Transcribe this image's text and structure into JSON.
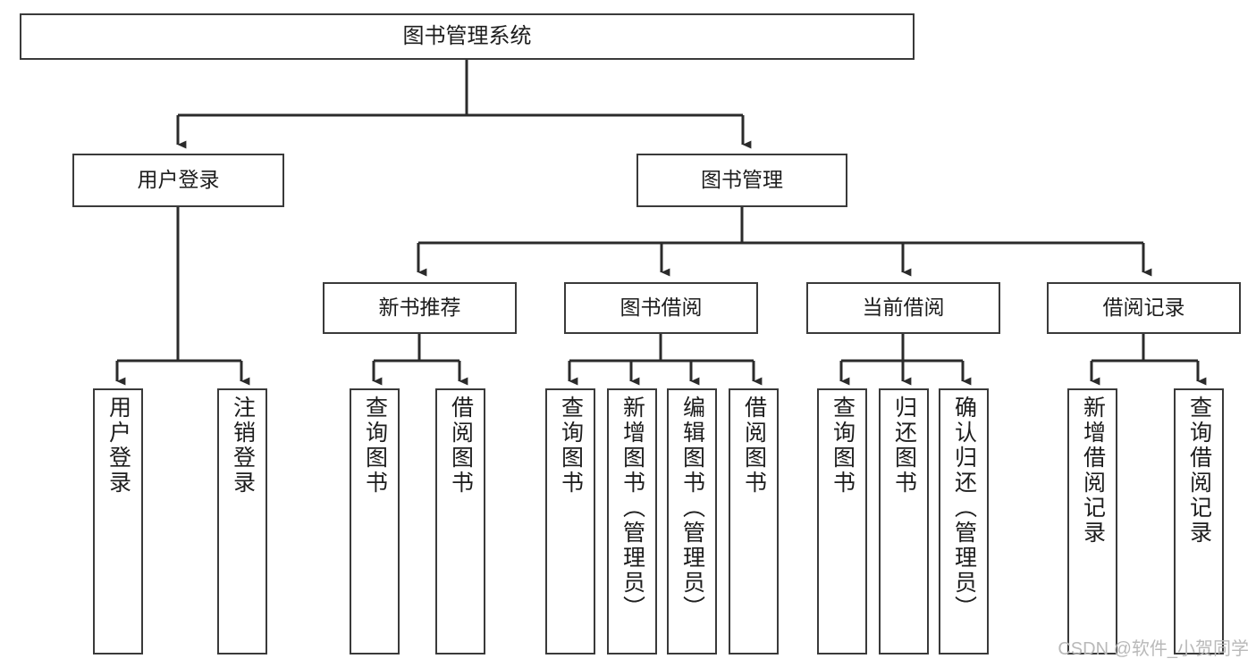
{
  "diagram": {
    "title": "图书管理系统",
    "watermark": "CSDN @软件_小贺同学",
    "root": {
      "label": "图书管理系统"
    },
    "level2": [
      {
        "label": "用户登录"
      },
      {
        "label": "图书管理"
      }
    ],
    "level3": [
      {
        "label": "新书推荐"
      },
      {
        "label": "图书借阅"
      },
      {
        "label": "当前借阅"
      },
      {
        "label": "借阅记录"
      }
    ],
    "leaves": {
      "user_login": [
        {
          "label": "用户登录"
        },
        {
          "label": "注销登录"
        }
      ],
      "new_book_recommend": [
        {
          "label": "查询图书"
        },
        {
          "label": "借阅图书"
        }
      ],
      "book_borrow": [
        {
          "label": "查询图书"
        },
        {
          "label": "新增图书（管理员）"
        },
        {
          "label": "编辑图书（管理员）"
        },
        {
          "label": "借阅图书"
        }
      ],
      "current_borrow": [
        {
          "label": "查询图书"
        },
        {
          "label": "归还图书"
        },
        {
          "label": "确认归还（管理员）"
        }
      ],
      "borrow_record": [
        {
          "label": "新增借阅记录"
        },
        {
          "label": "查询借阅记录"
        }
      ]
    },
    "colors": {
      "border": "#3a3a3a",
      "text": "#1d1d1d",
      "background": "#ffffff",
      "watermark": "#b9b9b9"
    }
  }
}
